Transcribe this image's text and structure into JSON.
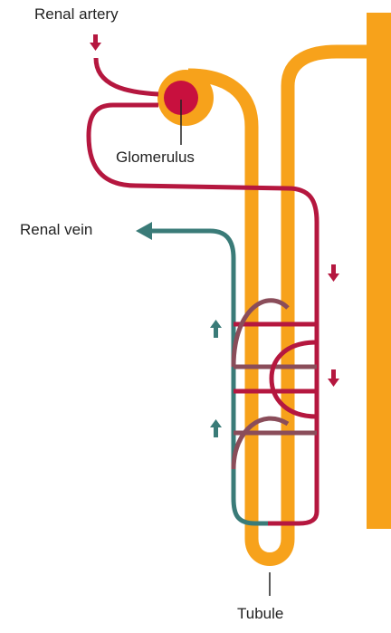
{
  "labels": {
    "renal_artery": "Renal artery",
    "glomerulus": "Glomerulus",
    "renal_vein": "Renal vein",
    "tubule": "Tubule"
  },
  "colors": {
    "tubule": "#f7a21b",
    "artery": "#b5173f",
    "vein": "#3a7b78",
    "capillary_mix": "#8a4d5a",
    "glomerulus": "#c8103e",
    "label_text": "#222222"
  }
}
